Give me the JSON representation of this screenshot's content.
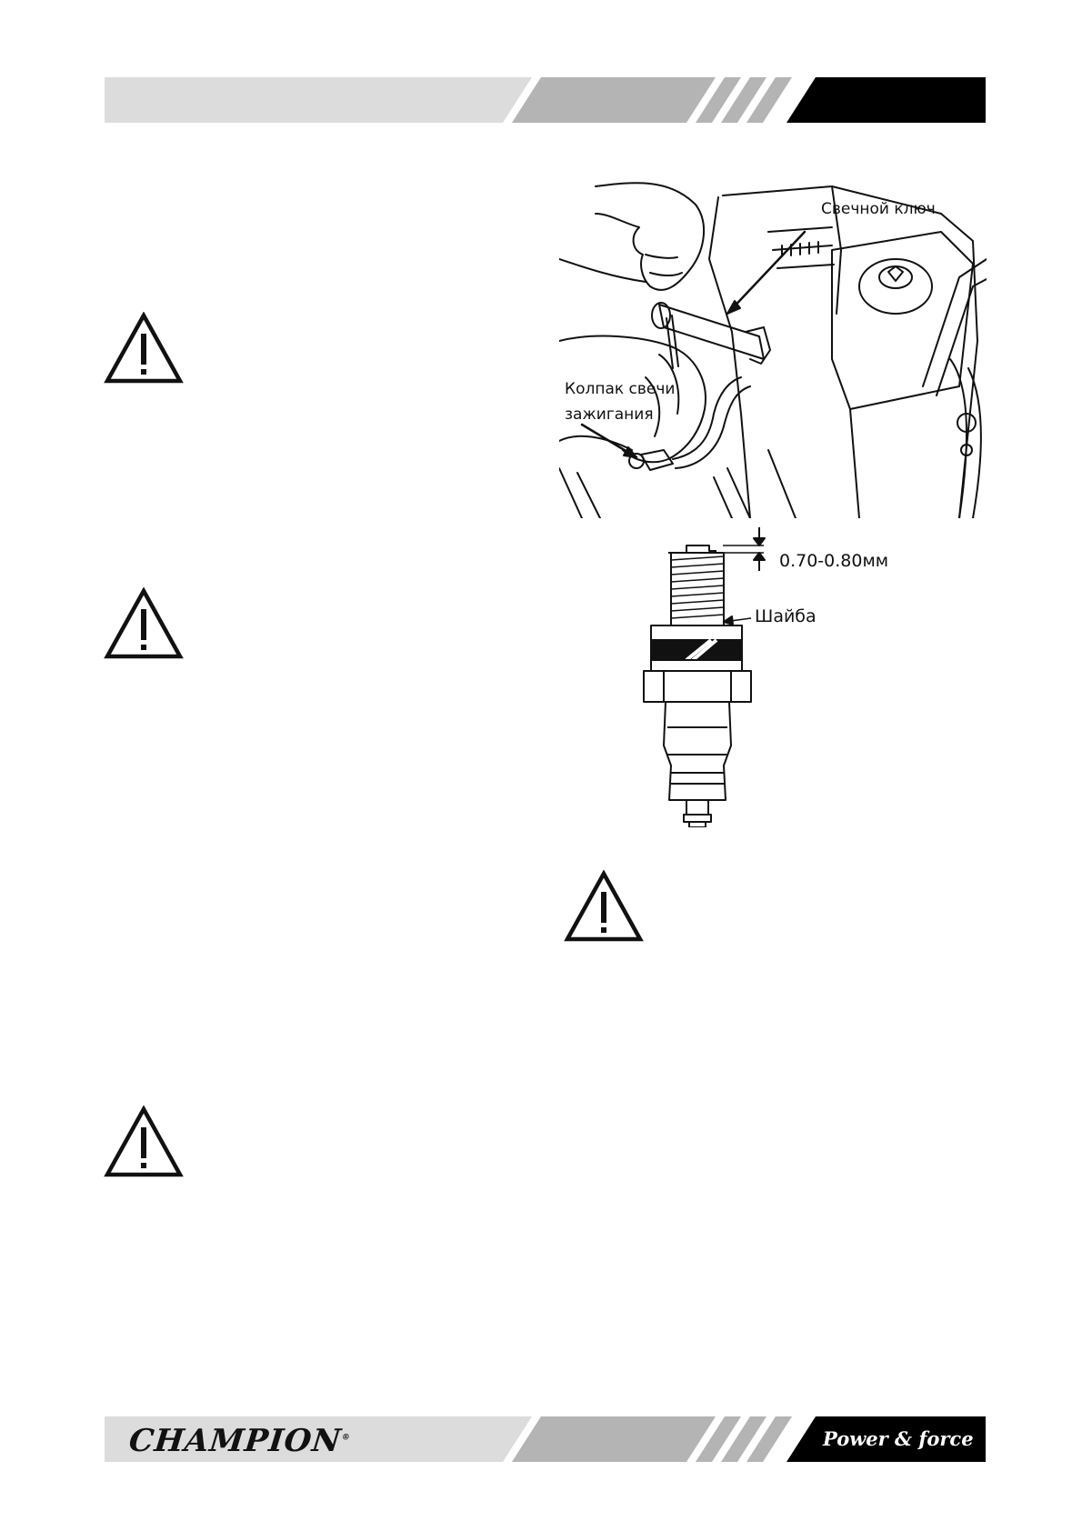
{
  "header": {
    "band_colors": {
      "light": "#dcdcdc",
      "mid": "#b4b4b4",
      "dark": "#000000"
    }
  },
  "figure_wrench": {
    "label_wrench": "Свечной ключ",
    "label_cap_line1": "Колпак свечи",
    "label_cap_line2": "зажигания"
  },
  "figure_plug": {
    "gap_label": "0.70-0.80мм",
    "washer_label": "Шайба"
  },
  "warnings": [
    {
      "icon": "warning-triangle-icon"
    },
    {
      "icon": "warning-triangle-icon"
    },
    {
      "icon": "warning-triangle-icon"
    },
    {
      "icon": "warning-triangle-icon"
    }
  ],
  "footer": {
    "logo_text": "CHAMPION",
    "logo_mark": "®",
    "tagline": "Power & force"
  }
}
